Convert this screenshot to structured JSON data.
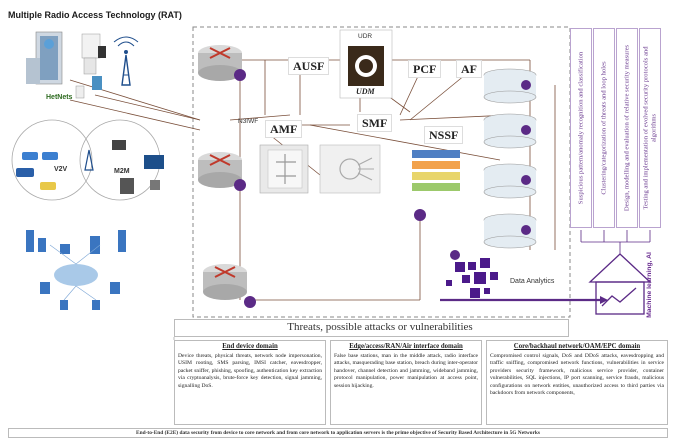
{
  "rat_title": "Multiple Radio Access Technology (RAT)",
  "access": {
    "hetnets": "HetNets",
    "v2v": "V2V",
    "m2m": "M2M"
  },
  "core": {
    "ausf": "AUSF",
    "udr": "UDR",
    "udm": "UDM",
    "pcf": "PCF",
    "af": "AF",
    "n3iwf": "N3IWF",
    "amf": "AMF",
    "smf": "SMF",
    "nssf": "NSSF"
  },
  "data_analytics": "Data Analytics",
  "ml_label": "Machine learning, AI",
  "ai_tasks": [
    "Suspicious pattern/anomaly recognition and classification",
    "Clustering/categorization of threats and loop holes",
    "Design, modelling and evaluation of relative security measures",
    "Testing and implementation of evolved security protocols and algorithms"
  ],
  "threats_title": "Threats, possible attacks or vulnerabilities",
  "domains": [
    {
      "title": "End device domain",
      "text": "Device threats, physical threats, network node impersonation, USIM rooting, SMS parsing, IMSI catcher, eavesdropper, packet sniffer, phishing, spoofing, authentication key extraction via cryptoanalysis, brute-force key detection, signal jamming, signalling DoS."
    },
    {
      "title": "Edge/access/RAN/Air interface domain",
      "text": "False base stations, man in the middle attack, radio interface attacks, masquerading base station, breach during inter-operator handover, channel detection and jamming, wideband jamming, protocol manipulation, power manipulation at access point, session hijacking."
    },
    {
      "title": "Core/backhaul network/OAM/EPC domain",
      "text": "Compromised control signals, DoS and DDoS attacks, eavesdropping and traffic sniffing, compromised network functions, vulnerabilities in service providers security framework, malicious service provider, container vulnerabilities, SQL injections, IP port scanning, service frauds, malicious configurations on network entities, unauthorized access to third parties via backdoors from network components,"
    }
  ],
  "footer": "End-to-End (E2E) data security from device to core network and from core network to application servers is the prime objective of Security Based Architecture in 5G Networks",
  "colors": {
    "purple": "#5b2a86",
    "router_red": "#c0392b",
    "nssf_stack": [
      "#4f7fc3",
      "#f2a24c",
      "#e8d56b",
      "#9cc96b"
    ]
  }
}
